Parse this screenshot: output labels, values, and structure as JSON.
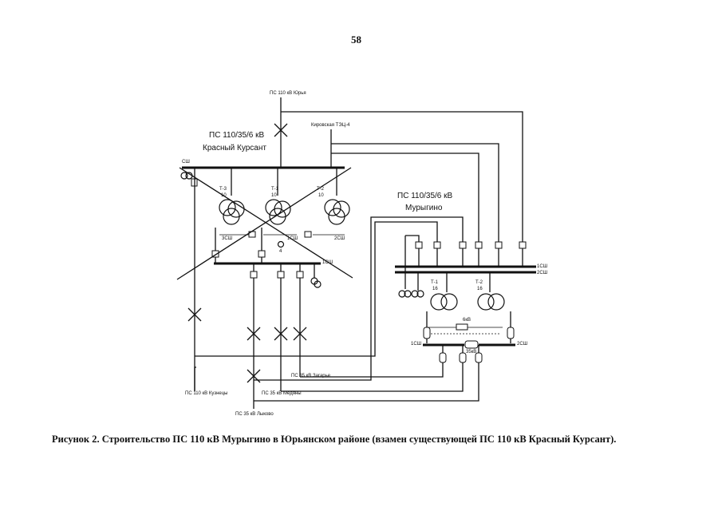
{
  "page": {
    "number": "58"
  },
  "caption": "Рисунок 2. Строительство ПС 110 кВ Мурыгино в Юрьянском районе (взамен существующей ПС 110 кВ Красный Курсант).",
  "old_substation": {
    "title_line1": "ПС 110/35/6 кВ",
    "title_line2": "Красный Курсант",
    "bus_hv": "СШ",
    "bus_35": "1СШ",
    "transformers": [
      {
        "name": "Т-3",
        "rating": "10"
      },
      {
        "name": "Т-1",
        "rating": "10"
      },
      {
        "name": "Т-2",
        "rating": "10"
      }
    ],
    "lv_buses": [
      "3СШ",
      "1СШ",
      "2СШ"
    ],
    "reactor_label": "4"
  },
  "new_substation": {
    "title_line1": "ПС 110/35/6 кВ",
    "title_line2": "Мурыгино",
    "bus_1": "1СШ",
    "bus_2": "2СШ",
    "transformers": [
      {
        "name": "Т-1",
        "rating": "16"
      },
      {
        "name": "Т-2",
        "rating": "16"
      }
    ],
    "lv_label": "6кВ",
    "section_35": "35кВ",
    "sec_left": "1СШ",
    "sec_right": "2СШ"
  },
  "lines": {
    "yurya": "ПС 110 кВ Юрья",
    "kirov": "Кировская ТЭЦ-4",
    "kuznetsy": "ПС 110 кВ Кузнецы",
    "medeny": "ПС 35 кВ Медяны",
    "lykovo": "ПС 35 кВ Лыково",
    "zagarye": "ПС 35 кВ Загарье"
  }
}
